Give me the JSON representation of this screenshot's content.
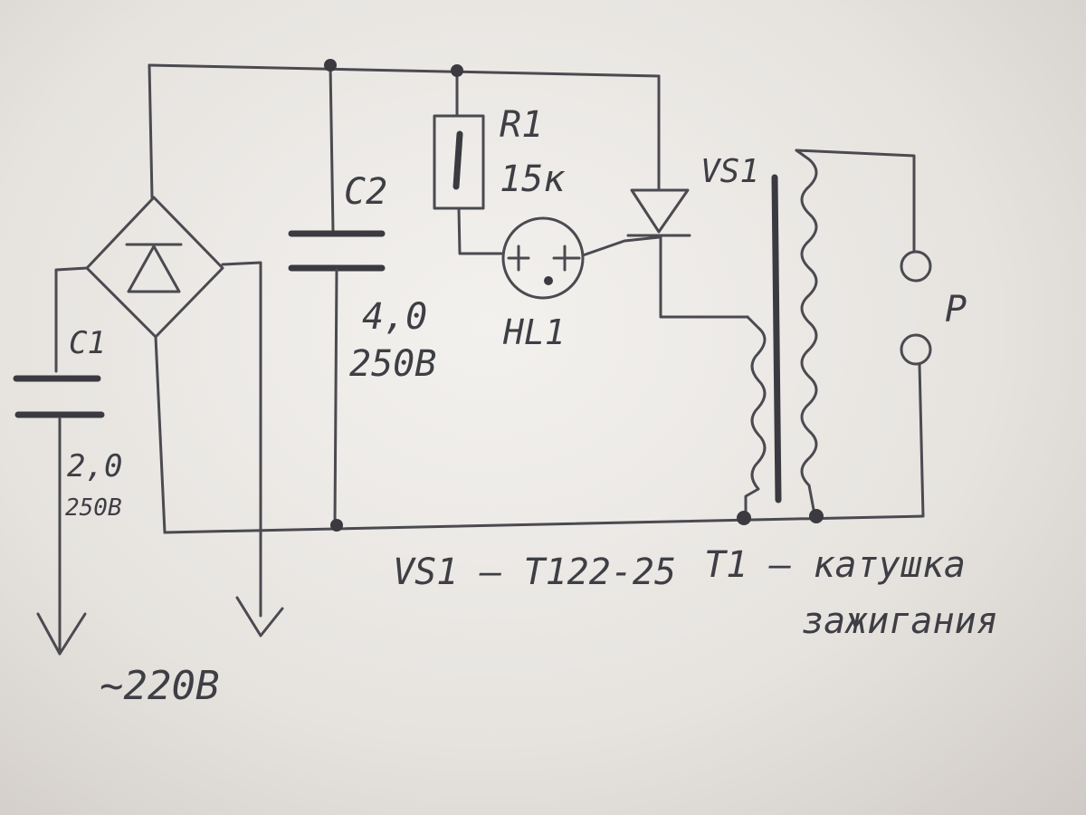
{
  "labels": {
    "c1": "C1",
    "c1_value": "2,0",
    "c1_voltage": "250В",
    "c2": "C2",
    "c2_value": "4,0",
    "c2_voltage": "250В",
    "r1": "R1",
    "r1_value": "15к",
    "hl1": "HL1",
    "vs1": "VS1",
    "p": "P",
    "mains": "~220В",
    "note_vs1": "VS1 – T122-25",
    "note_t1_line1": "T1 – катушка",
    "note_t1_line2": "зажигания"
  },
  "colors": {
    "ink": "#4a4a50",
    "paper": "#ecebe8"
  }
}
